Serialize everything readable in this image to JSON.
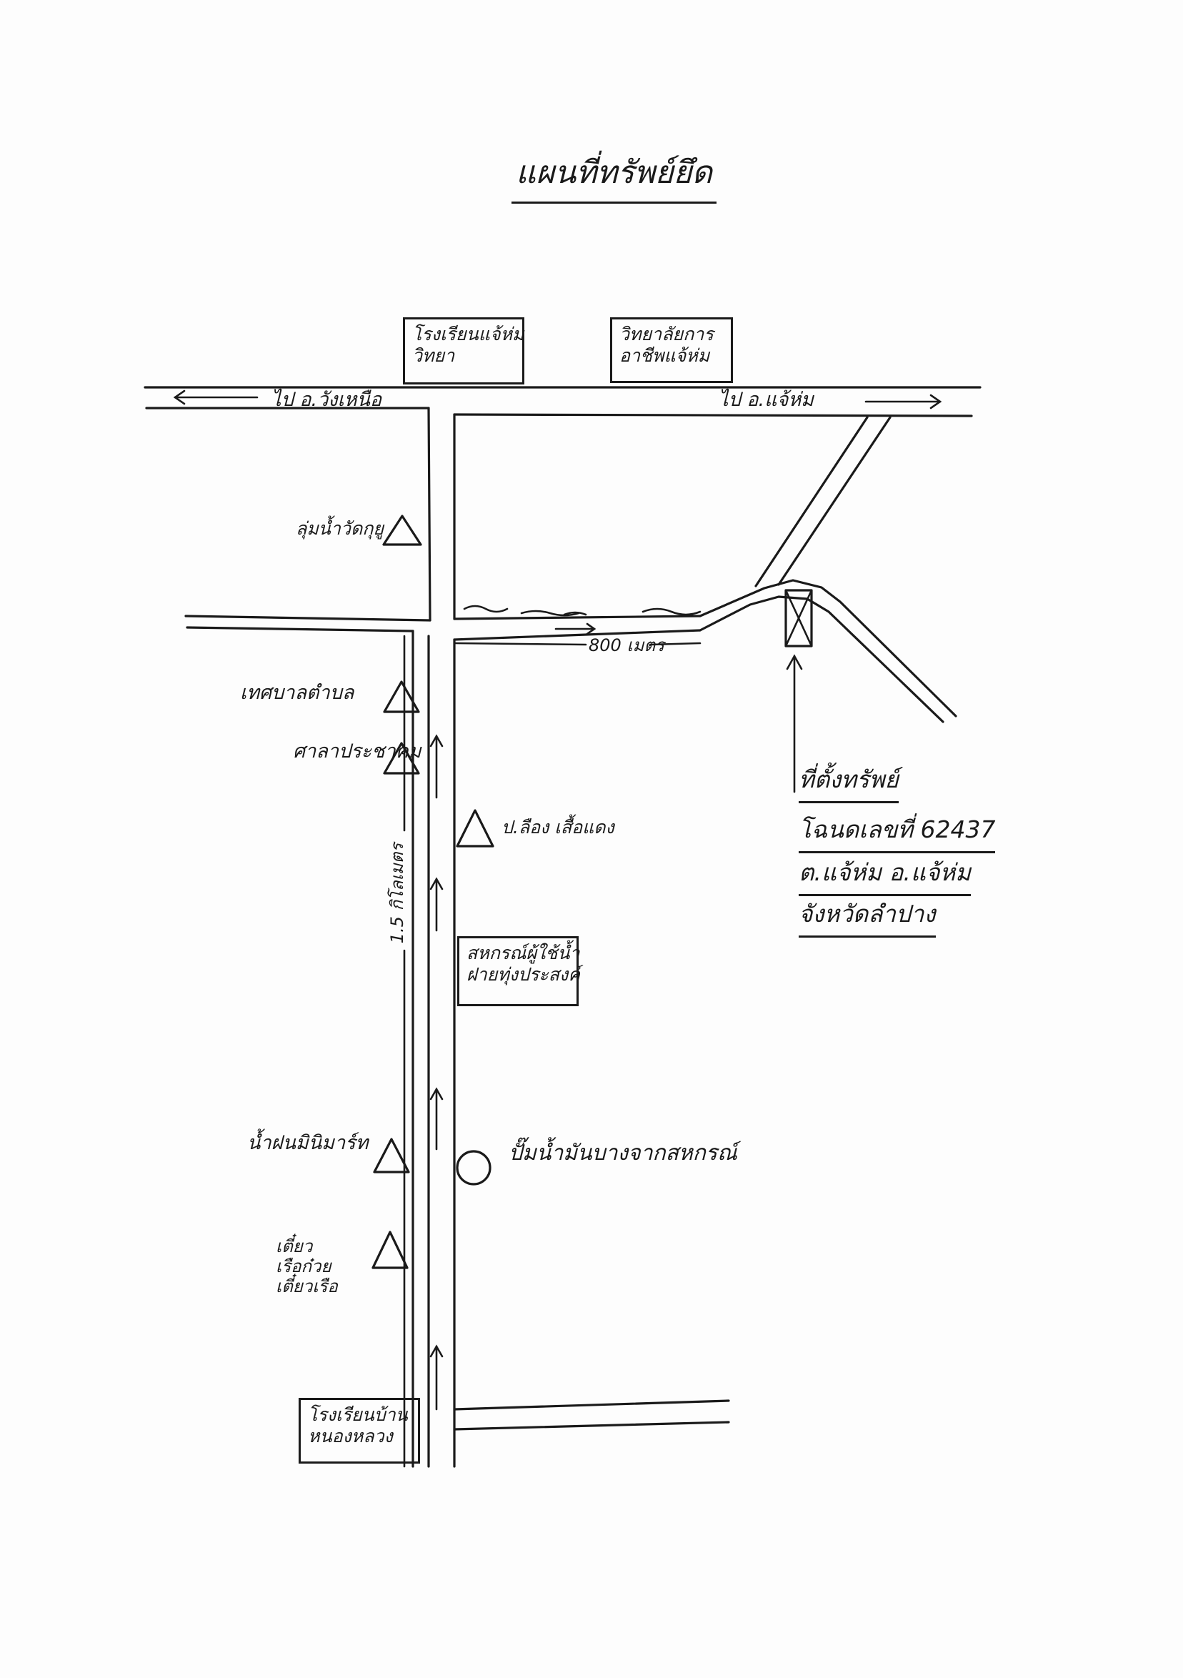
{
  "title": "แผนที่ทรัพย์ยึด",
  "top_boxes": [
    {
      "lines": [
        "โรงเรียนแจ้ห่ม",
        "วิทยา"
      ]
    },
    {
      "lines": [
        "วิทยาลัยการ",
        "อาชีพแจ้ห่ม"
      ]
    }
  ],
  "road_labels": {
    "left": "ไป อ.วังเหนือ",
    "right": "ไป อ.แจ้ห่ม",
    "distance_branch": "800 เมตร",
    "distance_main": "1.5 กิโลเมตร"
  },
  "landmarks": [
    {
      "label": "ลุ่มน้ำวัดกุยู",
      "symbol": "triangle"
    },
    {
      "label": "เทศบาลตำบล",
      "symbol": "triangle"
    },
    {
      "label": "ศาลาประชาคม",
      "symbol": "triangle"
    },
    {
      "label": "ป.ลือง เสื้อแดง",
      "symbol": "triangle"
    },
    {
      "label": "น้ำฝนมินิมาร์ท",
      "symbol": "triangle"
    },
    {
      "label": "เตี๋ยวเรือก๋วย เตี๋ยวเรือ",
      "symbol": "triangle"
    },
    {
      "label": "ปั๊มน้ำมันบางจากสหกรณ์",
      "symbol": "circle"
    }
  ],
  "middle_box": {
    "lines": [
      "สหกรณ์ผู้ใช้น้ำ",
      "ฝายทุ่งประสงค์"
    ]
  },
  "bottom_box": {
    "lines": [
      "โรงเรียนบ้าน",
      "หนองหลวง"
    ]
  },
  "property": {
    "heading": "ที่ตั้งทรัพย์",
    "deed": "โฉนดเลขที่ 62437",
    "subdistrict": "ต.แจ้ห่ม อ.แจ้ห่ม",
    "province": "จังหวัดลำปาง"
  }
}
